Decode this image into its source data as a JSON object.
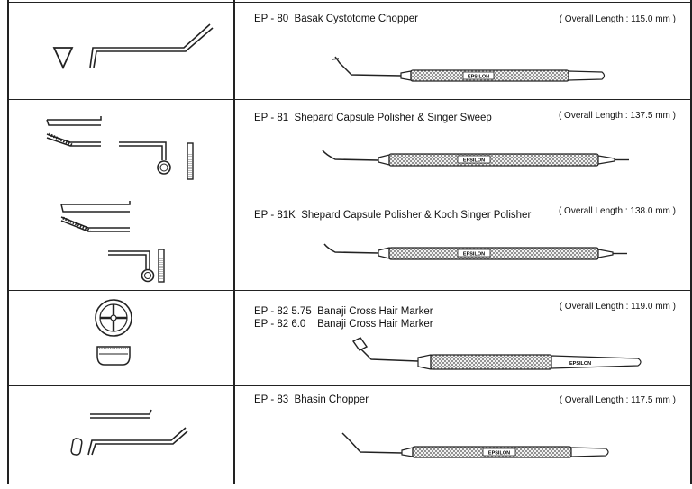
{
  "products": [
    {
      "code": "EP - 80",
      "name": "Basak Cystotome Chopper",
      "length": "( Overall Length : 115.0 mm )",
      "brand": "EPSILON",
      "detail": "triangle-tip"
    },
    {
      "code": "EP - 81",
      "name": "Shepard Capsule Polisher & Singer Sweep",
      "length": "( Overall Length : 137.5 mm )",
      "brand": "EPSILON",
      "detail": "polisher-loop"
    },
    {
      "code": "EP - 81K",
      "name": "Shepard Capsule Polisher & Koch Singer Polisher",
      "length": "( Overall Length : 138.0 mm )",
      "brand": "EPSILON",
      "detail": "polisher-loop"
    },
    {
      "code": "EP - 82 5.75",
      "name": "Banaji Cross Hair Marker",
      "code2": "EP - 82 6.0",
      "name2": "Banaji Cross Hair Marker",
      "length": "( Overall Length : 119.0 mm )",
      "brand": "EPSILON",
      "detail": "cross-hair-marker"
    },
    {
      "code": "EP - 83",
      "name": "Bhasin Chopper",
      "length": "( Overall Length : 117.5 mm )",
      "brand": "EPSILON",
      "detail": "chopper-tip"
    }
  ]
}
